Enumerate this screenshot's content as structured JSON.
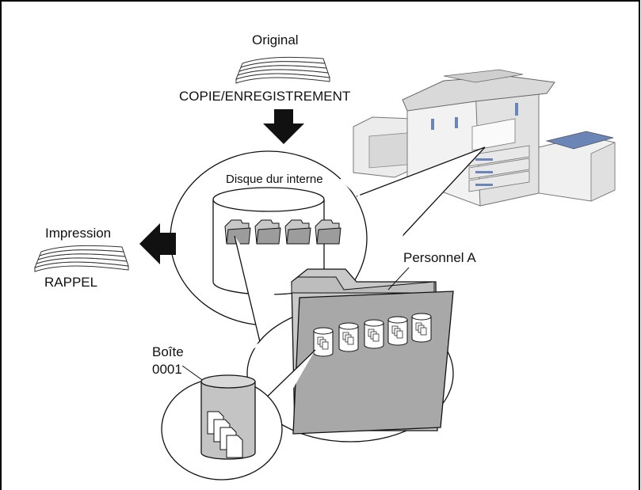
{
  "labels": {
    "original": "Original",
    "copy_store": "COPIE/ENREGISTREMENT",
    "hdd": "Disque dur interne",
    "print": "Impression",
    "recall": "RAPPEL",
    "personnel": "Personnel A",
    "box_line1": "Boîte",
    "box_line2": "0001"
  },
  "colors": {
    "frame": "#000000",
    "folder_fill": "#bdbdbd",
    "cylinder_fill": "#ffffff",
    "box_cylinder_fill": "#c4c4c4",
    "arrow": "#111111"
  },
  "icons": [
    "paper-stack-icon",
    "down-arrow-icon",
    "left-arrow-icon",
    "folder-icon",
    "cylinder-icon",
    "document-icon",
    "printer-image"
  ]
}
